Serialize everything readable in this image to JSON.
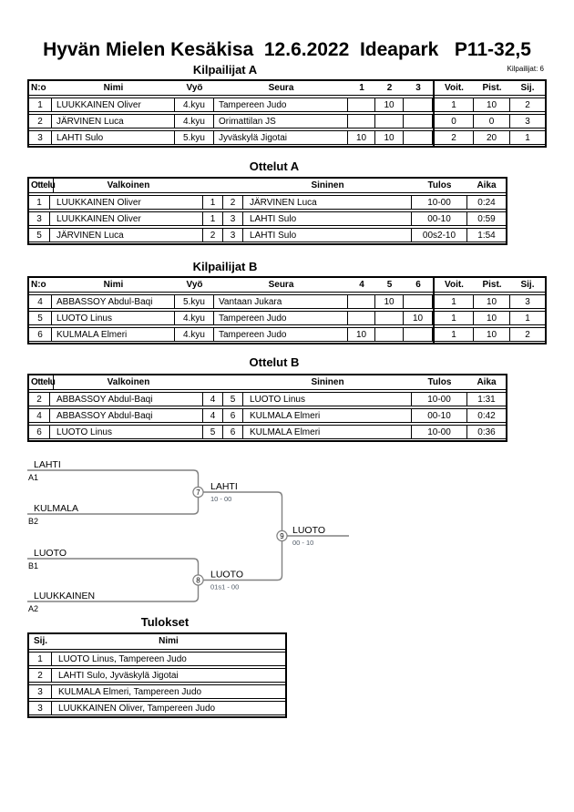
{
  "page": {
    "title": "Hyvän Mielen Kesäkisa  12.6.2022  Ideapark   P11-32,5",
    "competitors_count": "Kilpailijat: 6"
  },
  "competitors_a": {
    "title": "Kilpailijat A",
    "headers": [
      "N:o",
      "Nimi",
      "Vyö",
      "Seura",
      "1",
      "2",
      "3",
      "Voit.",
      "Pist.",
      "Sij."
    ],
    "rows": [
      [
        "1",
        "LUUKKAINEN Oliver",
        "4.kyu",
        "Tampereen Judo",
        "",
        "10",
        "",
        "1",
        "10",
        "2"
      ],
      [
        "2",
        "JÄRVINEN Luca",
        "4.kyu",
        "Orimattilan JS",
        "",
        "",
        "",
        "0",
        "0",
        "3"
      ],
      [
        "3",
        "LAHTI Sulo",
        "5.kyu",
        "Jyväskylä Jigotai",
        "10",
        "10",
        "",
        "2",
        "20",
        "1"
      ]
    ]
  },
  "matches_a": {
    "title": "Ottelut A",
    "headers": [
      "Ottelu",
      "Valkoinen",
      "Sininen",
      "Tulos",
      "Aika"
    ],
    "rows": [
      [
        "1",
        "LUUKKAINEN Oliver",
        "1",
        "2",
        "JÄRVINEN Luca",
        "10-00",
        "0:24"
      ],
      [
        "3",
        "LUUKKAINEN Oliver",
        "1",
        "3",
        "LAHTI Sulo",
        "00-10",
        "0:59"
      ],
      [
        "5",
        "JÄRVINEN Luca",
        "2",
        "3",
        "LAHTI Sulo",
        "00s2-10",
        "1:54"
      ]
    ]
  },
  "competitors_b": {
    "title": "Kilpailijat B",
    "headers": [
      "N:o",
      "Nimi",
      "Vyö",
      "Seura",
      "4",
      "5",
      "6",
      "Voit.",
      "Pist.",
      "Sij."
    ],
    "rows": [
      [
        "4",
        "ABBASSOY Abdul-Baqi",
        "5.kyu",
        "Vantaan Jukara",
        "",
        "10",
        "",
        "1",
        "10",
        "3"
      ],
      [
        "5",
        "LUOTO Linus",
        "4.kyu",
        "Tampereen Judo",
        "",
        "",
        "10",
        "1",
        "10",
        "1"
      ],
      [
        "6",
        "KULMALA Elmeri",
        "4.kyu",
        "Tampereen Judo",
        "10",
        "",
        "",
        "1",
        "10",
        "2"
      ]
    ]
  },
  "matches_b": {
    "title": "Ottelut B",
    "headers": [
      "Ottelu",
      "Valkoinen",
      "Sininen",
      "Tulos",
      "Aika"
    ],
    "rows": [
      [
        "2",
        "ABBASSOY Abdul-Baqi",
        "4",
        "5",
        "LUOTO Linus",
        "10-00",
        "1:31"
      ],
      [
        "4",
        "ABBASSOY Abdul-Baqi",
        "4",
        "6",
        "KULMALA Elmeri",
        "00-10",
        "0:42"
      ],
      [
        "6",
        "LUOTO Linus",
        "5",
        "6",
        "KULMALA Elmeri",
        "10-00",
        "0:36"
      ]
    ]
  },
  "bracket": {
    "slots": [
      {
        "name": "LAHTI",
        "seed": "A1"
      },
      {
        "name": "KULMALA",
        "seed": "B2"
      },
      {
        "name": "LUOTO",
        "seed": "B1"
      },
      {
        "name": "LUUKKAINEN",
        "seed": "A2"
      }
    ],
    "matches": [
      {
        "number": "7",
        "winner": "LAHTI",
        "score": "10 - 00"
      },
      {
        "number": "8",
        "winner": "LUOTO",
        "score": "01s1 - 00"
      },
      {
        "number": "9",
        "winner": "LUOTO",
        "score": "00 - 10"
      }
    ]
  },
  "results": {
    "title": "Tulokset",
    "headers": [
      "Sij.",
      "Nimi"
    ],
    "rows": [
      [
        "1",
        "LUOTO Linus, Tampereen Judo"
      ],
      [
        "2",
        "LAHTI Sulo, Jyväskylä Jigotai"
      ],
      [
        "3",
        "KULMALA Elmeri, Tampereen Judo"
      ],
      [
        "3",
        "LUUKKAINEN Oliver, Tampereen Judo"
      ]
    ]
  },
  "colors": {
    "table_border": "#000000",
    "bracket_line": "#808080",
    "score_text": "#4f5a66"
  }
}
